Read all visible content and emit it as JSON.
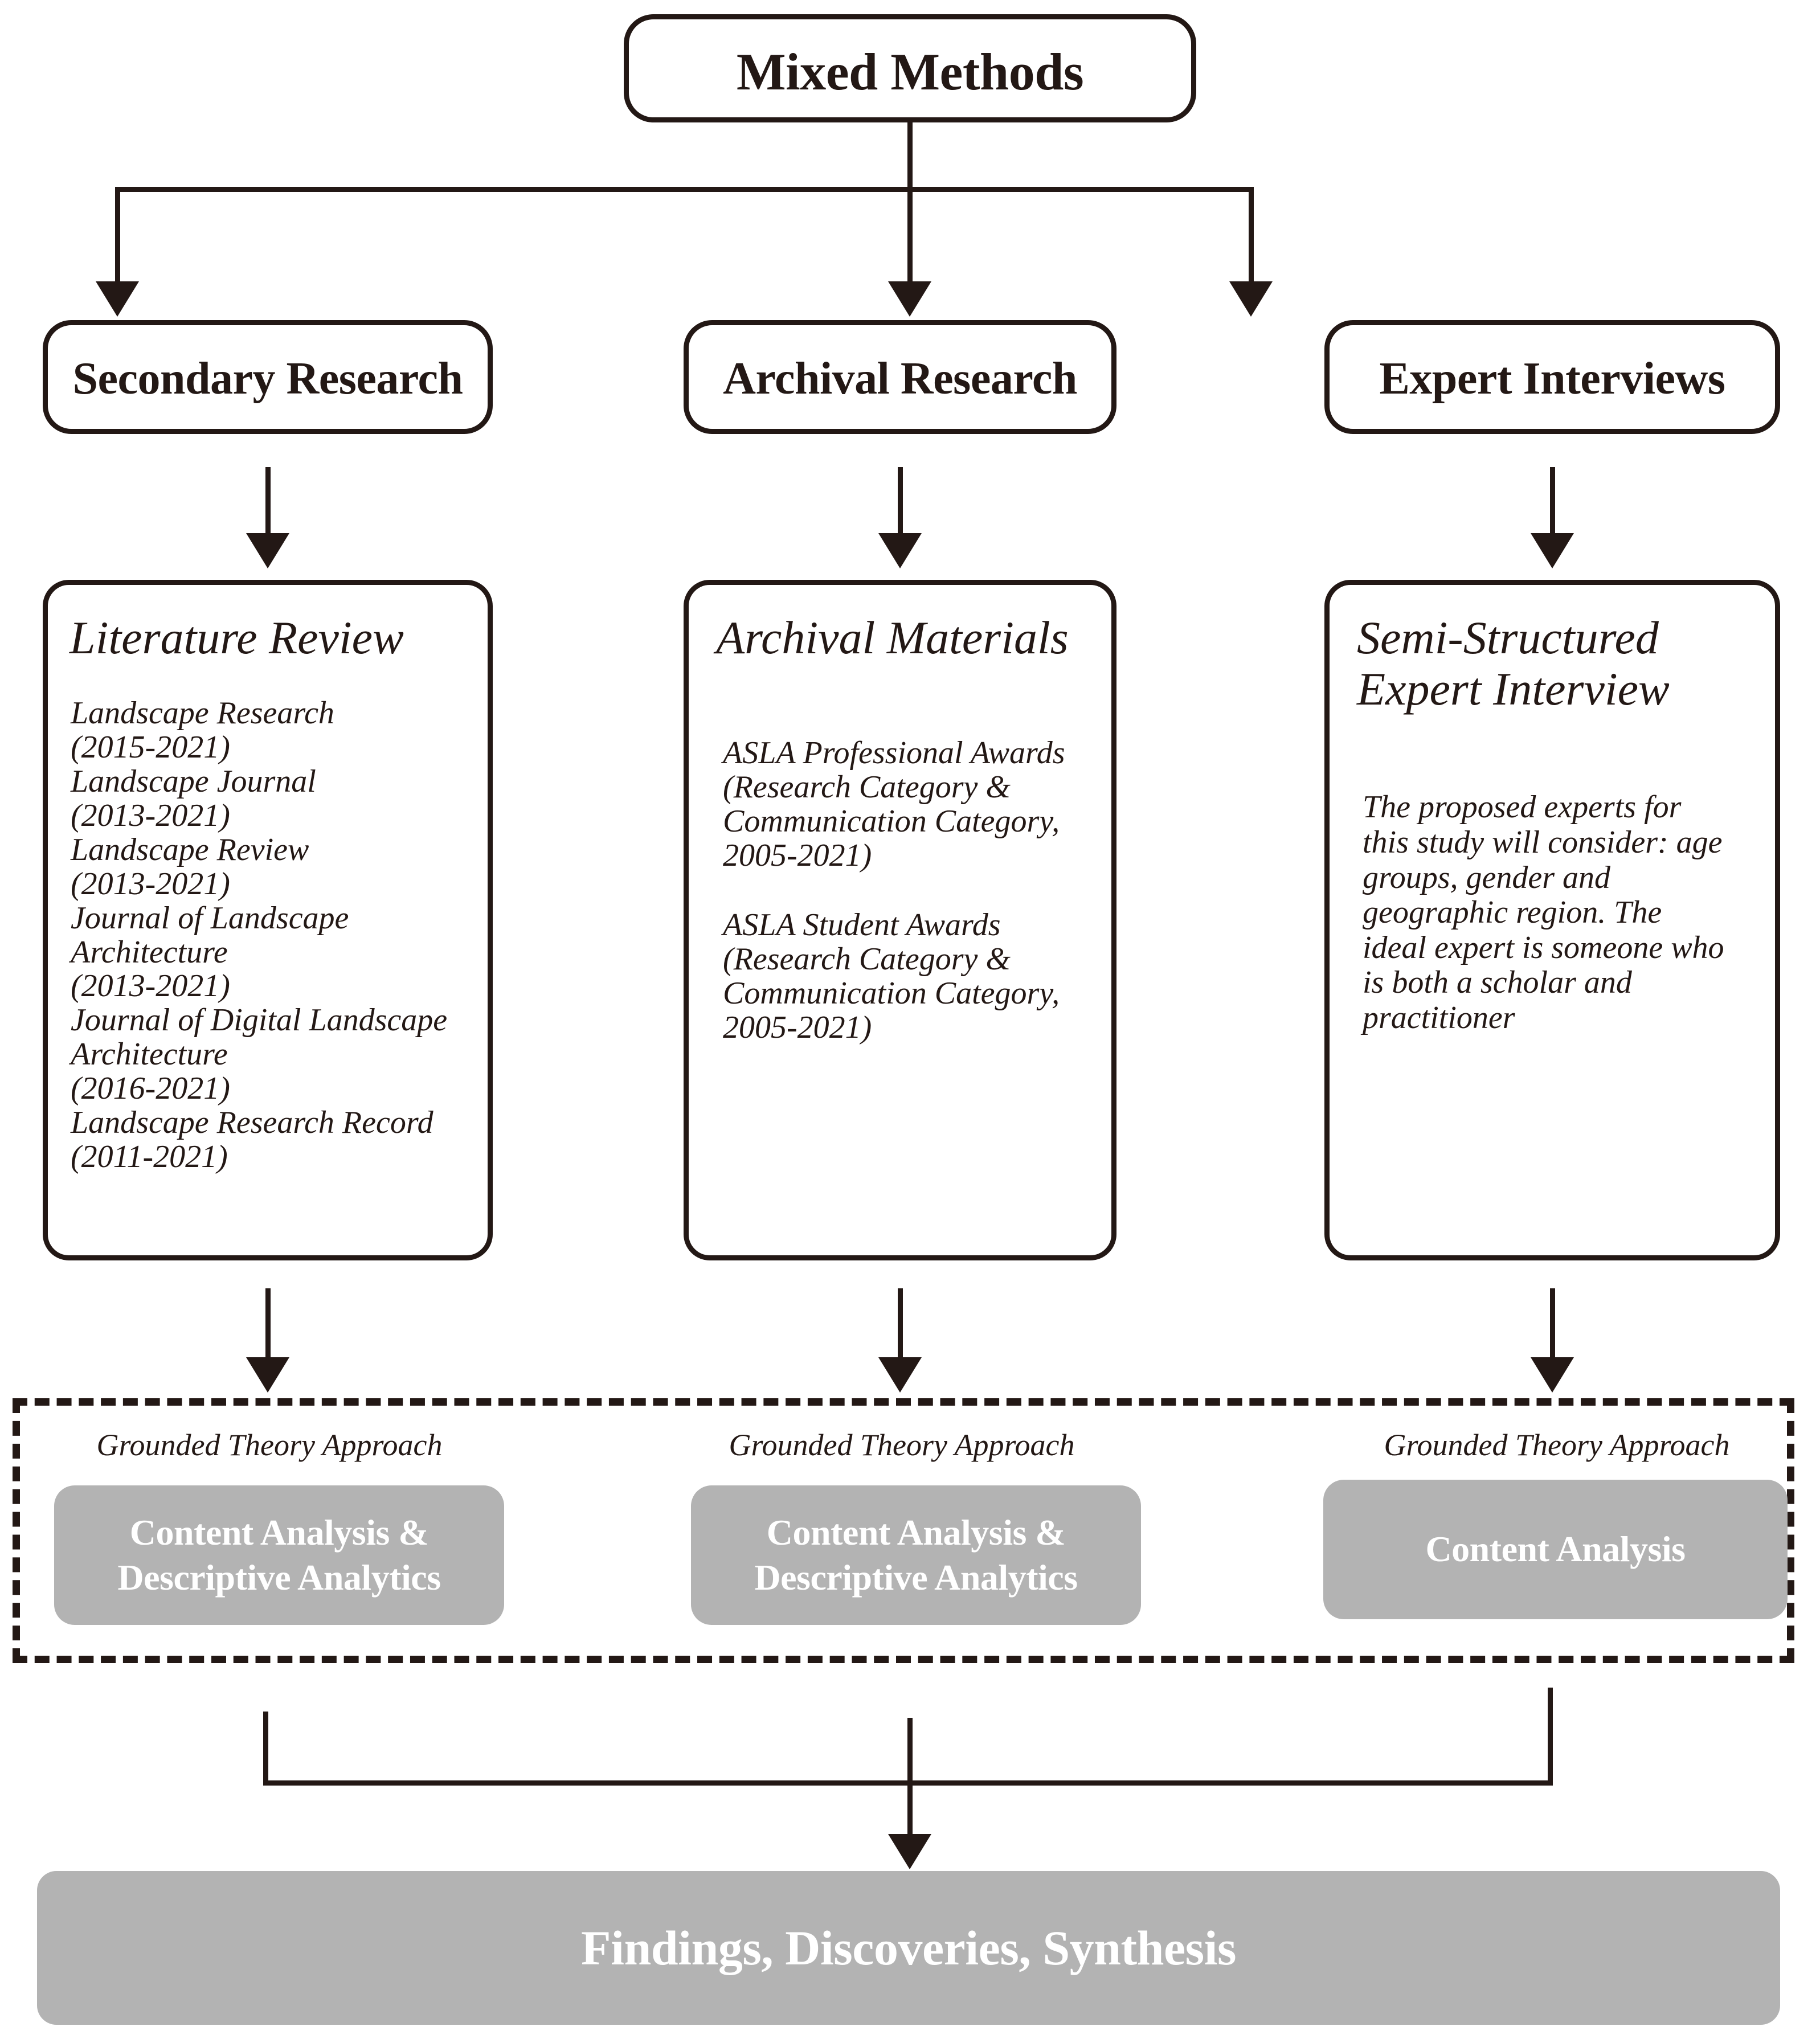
{
  "diagram": {
    "title": "Mixed Methods Research Design Flowchart",
    "colors": {
      "stroke": "#231815",
      "gray_fill": "#b3b3b3",
      "background": "#ffffff",
      "gray_text": "#ffffff"
    }
  },
  "root": {
    "label": "Mixed Methods"
  },
  "methods": [
    {
      "label": "Secondary Research"
    },
    {
      "label": "Archival Research"
    },
    {
      "label": "Expert Interviews"
    }
  ],
  "sources": {
    "literature_review": {
      "heading": "Literature Review",
      "items": [
        "Landscape Research",
        "(2015-2021)",
        "Landscape Journal",
        "(2013-2021)",
        "Landscape Review",
        "(2013-2021)",
        "Journal of Landscape",
        "Architecture",
        "(2013-2021)",
        "Journal of Digital Landscape",
        "Architecture",
        "(2016-2021)",
        "Landscape Research Record",
        "(2011-2021)"
      ]
    },
    "archival_materials": {
      "heading": "Archival Materials",
      "blocks": [
        "ASLA Professional Awards (Research Category & Communication Category, 2005-2021)",
        "ASLA Student Awards (Research Category & Communication Category, 2005-2021)"
      ]
    },
    "expert_interview": {
      "heading": "Semi-Structured Expert Interview",
      "body": "The proposed experts for this study will consider: age groups, gender and geographic region. The ideal expert is someone who is both a scholar and practitioner"
    }
  },
  "analysis": {
    "approach_labels": [
      "Grounded Theory Approach",
      "Grounded Theory Approach",
      "Grounded Theory Approach"
    ],
    "methods": [
      "Content Analysis &\nDescriptive Analytics",
      "Content Analysis &\nDescriptive Analytics",
      "Content Analysis"
    ],
    "methods_lines": [
      [
        "Content Analysis &",
        "Descriptive Analytics"
      ],
      [
        "Content Analysis &",
        "Descriptive Analytics"
      ],
      [
        "Content Analysis"
      ]
    ]
  },
  "outcome": {
    "label": "Findings, Discoveries, Synthesis"
  }
}
